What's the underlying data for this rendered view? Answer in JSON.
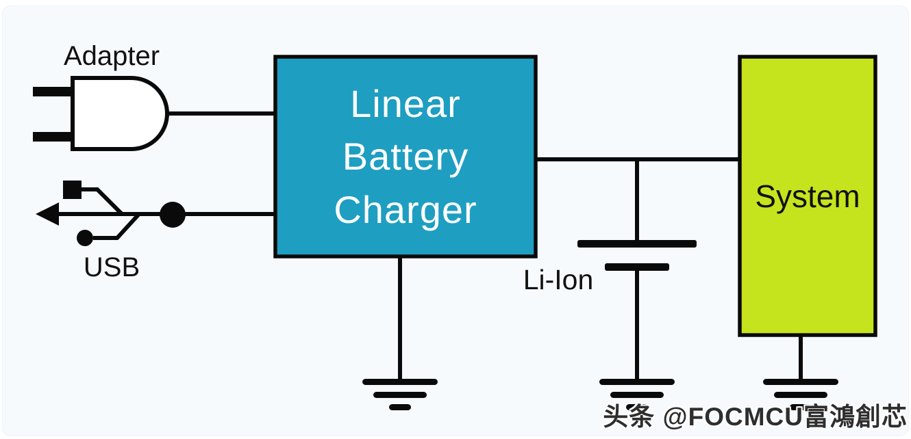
{
  "canvas": {
    "background": "#f7fafd",
    "line_color": "#0a0a0a"
  },
  "sources": {
    "adapter_label": "Adapter",
    "usb_label": "USB"
  },
  "blocks": {
    "charger": {
      "lines": [
        "Linear",
        "Battery",
        "Charger"
      ],
      "fill": "#1e9ec1",
      "text_color": "#ffffff"
    },
    "system": {
      "label": "System",
      "fill": "#c6e41d",
      "text_color": "#111111"
    }
  },
  "battery": {
    "label": "Li-Ion"
  },
  "watermark": {
    "text": "头条 @FOCMCU富鴻創芯",
    "color": "#2e2e2e"
  }
}
